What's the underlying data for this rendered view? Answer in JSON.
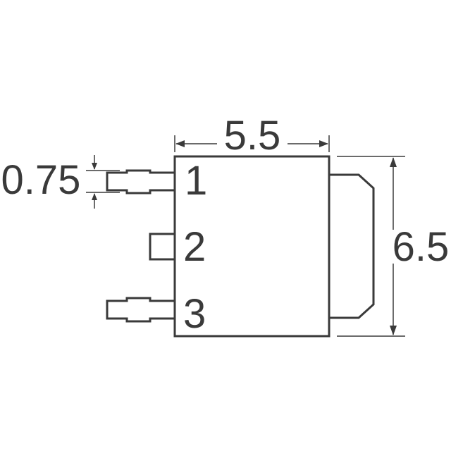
{
  "diagram": {
    "type": "package-outline",
    "dimensions": {
      "width": "5.5",
      "height": "6.5",
      "lead_width": "0.75"
    },
    "pins": [
      {
        "number": "1",
        "type": "lead"
      },
      {
        "number": "2",
        "type": "stub"
      },
      {
        "number": "3",
        "type": "lead"
      }
    ],
    "colors": {
      "line": "#3a3a3a",
      "background": "#ffffff"
    }
  }
}
